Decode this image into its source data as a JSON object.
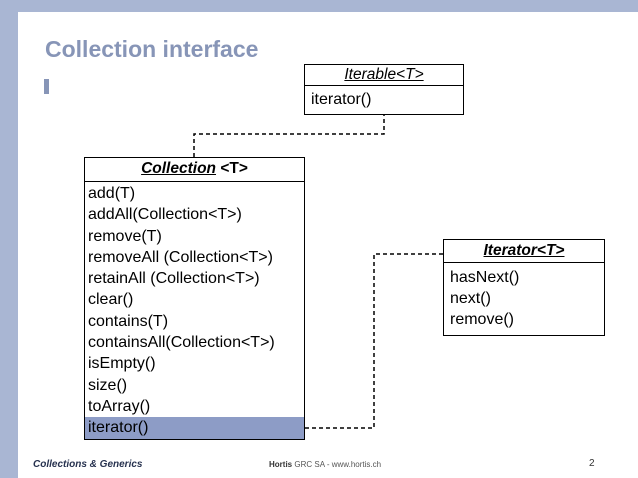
{
  "slide": {
    "title": "Collection interface",
    "page_number": "2"
  },
  "iterable": {
    "title": "Iterable<T>",
    "methods": [
      "iterator()"
    ]
  },
  "collection": {
    "name": "Collection",
    "type_param": "<T>",
    "methods": [
      "add(T)",
      "addAll(Collection<T>)",
      "remove(T)",
      "removeAll (Collection<T>)",
      "retainAll (Collection<T>)",
      "clear()",
      "contains(T)",
      "containsAll(Collection<T>)",
      "isEmpty()",
      "size()",
      "toArray()",
      "iterator()"
    ],
    "highlighted_method": "iterator()"
  },
  "iterator": {
    "title": "Iterator<T>",
    "methods": [
      "hasNext()",
      "next()",
      "remove()"
    ]
  },
  "footer": {
    "left": "Collections & Generics",
    "company": "Hortis",
    "site": "GRC SA - www.hortis.ch"
  },
  "colors": {
    "accent": "#8795b7",
    "highlight": "#8d9cc6",
    "frame": "#a9b6d3"
  }
}
